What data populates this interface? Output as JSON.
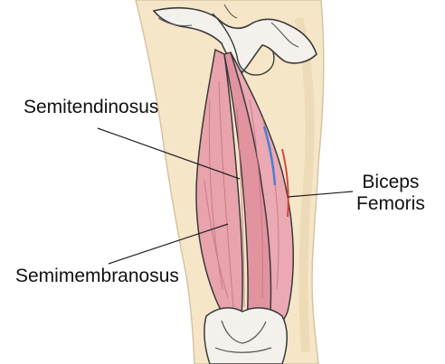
{
  "diagram": {
    "labels": {
      "semitendinosus": "Semitendinosus",
      "semimembranosus": "Semimembranosus",
      "biceps_line1": "Biceps",
      "biceps_line2": "Femoris"
    },
    "colors": {
      "skin": "#f6e6c8",
      "muscle": "#e8a3ad",
      "muscle_dark": "#c9737f",
      "outline": "#3a3a3a",
      "bone": "#f4f1ec",
      "vein_blue": "#4a7fd0",
      "vein_red": "#d9473e",
      "leader_line": "#222222"
    }
  }
}
